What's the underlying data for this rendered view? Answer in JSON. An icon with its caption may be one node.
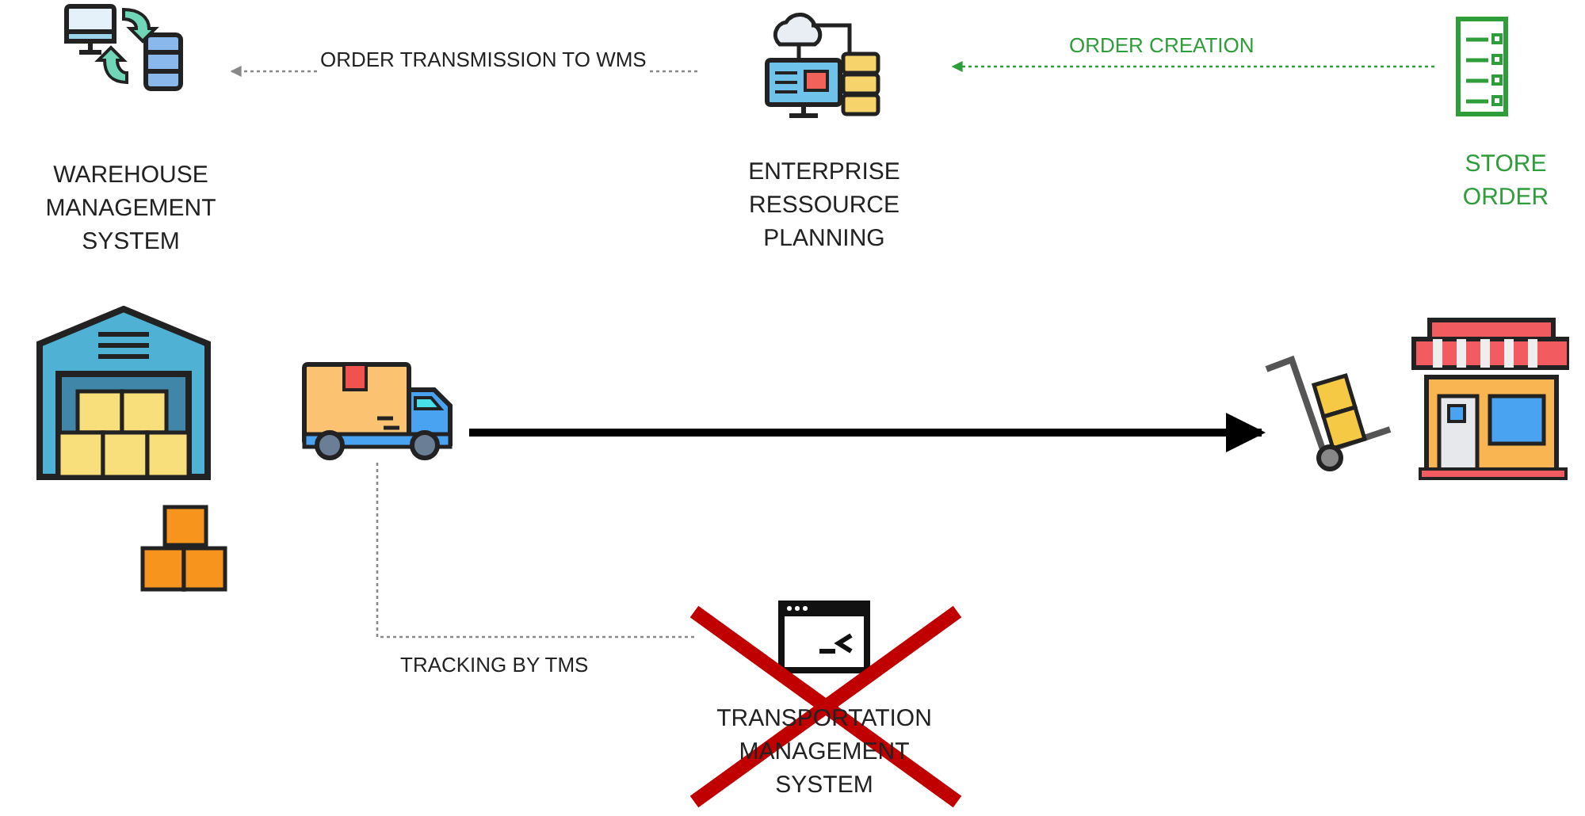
{
  "diagram": {
    "nodes": [
      {
        "text": [
          "WAREHOUSE MANAGEMENT SYSTEM"
        ]
      },
      {
        "text": [
          "ENTERPRISE RESSOURCE PLANNING"
        ]
      },
      {
        "text": [
          "STORE ORDER"
        ]
      },
      {
        "text": [],
        "shape": "picture"
      },
      {
        "text": [],
        "shape": "picture"
      },
      {
        "text": [],
        "shape": "picture"
      },
      {
        "text": [],
        "shape": "picture"
      },
      {
        "text": [
          "TRANSPORTATION MANAGEMENT SYSTEM"
        ]
      }
    ],
    "edges": [
      {
        "from": 1,
        "to": 0,
        "arrow": "to",
        "label": "ORDER TRANSMISSION TO WMS",
        "style": "dashed"
      },
      {
        "from": 2,
        "to": 1,
        "arrow": "to",
        "label": "ORDER CREATION",
        "style": "dashed",
        "color": "#2e9e3a"
      },
      {
        "from": 4,
        "to": 5,
        "arrow": "to",
        "style": "thick",
        "color": "#000000"
      },
      {
        "from": 4,
        "to": 7,
        "arrow": "none",
        "label": "TRACKING BY TMS",
        "style": "dashed"
      }
    ]
  }
}
